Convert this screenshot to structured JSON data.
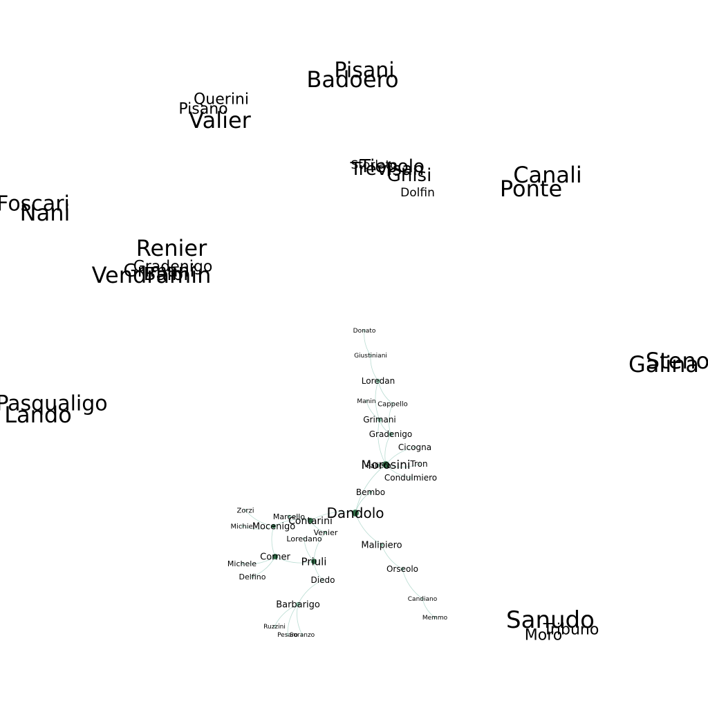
{
  "colors": {
    "background": "#ffffff",
    "label": "#000000",
    "edge": "#b9dcd2",
    "node_light": "#d9ece5",
    "node_mid": "#8fc4ab",
    "node_dark": "#2f6b45"
  },
  "nodes": [
    {
      "id": "pisani",
      "label": "Pisani"
    },
    {
      "id": "badoero",
      "label": "Badoero"
    },
    {
      "id": "querini",
      "label": "Querini"
    },
    {
      "id": "pisano",
      "label": "Pisano"
    },
    {
      "id": "valier",
      "label": "Valier"
    },
    {
      "id": "storlato",
      "label": "Storlato"
    },
    {
      "id": "tiepolo",
      "label": "Tiepolo"
    },
    {
      "id": "trevisan",
      "label": "Trevisan"
    },
    {
      "id": "ghisi",
      "label": "Ghisi"
    },
    {
      "id": "dolfin",
      "label": "Dolfin"
    },
    {
      "id": "canali",
      "label": "Canali"
    },
    {
      "id": "ponte",
      "label": "Ponte"
    },
    {
      "id": "foscari",
      "label": "Foscari"
    },
    {
      "id": "nani",
      "label": "Nani"
    },
    {
      "id": "renier",
      "label": "Renier"
    },
    {
      "id": "gradenigo-top",
      "label": "Gradenigo"
    },
    {
      "id": "grimani-top",
      "label": "Grimani"
    },
    {
      "id": "balbi",
      "label": "Balbi"
    },
    {
      "id": "vendramin",
      "label": "Vendramin"
    },
    {
      "id": "steno",
      "label": "Steno"
    },
    {
      "id": "galina",
      "label": "Galina"
    },
    {
      "id": "pasqualigo",
      "label": "Pasqualigo"
    },
    {
      "id": "lando",
      "label": "Lando"
    },
    {
      "id": "sanudo",
      "label": "Sanudo"
    },
    {
      "id": "tribuno",
      "label": "Tribuno"
    },
    {
      "id": "moro",
      "label": "Moro"
    },
    {
      "id": "donato",
      "label": "Donato"
    },
    {
      "id": "giustiniani",
      "label": "Giustiniani"
    },
    {
      "id": "loredan",
      "label": "Loredan"
    },
    {
      "id": "manin",
      "label": "Manin"
    },
    {
      "id": "cappello",
      "label": "Cappello"
    },
    {
      "id": "grimani",
      "label": "Grimani"
    },
    {
      "id": "gradenigo",
      "label": "Gradenigo"
    },
    {
      "id": "cicogna",
      "label": "Cicogna"
    },
    {
      "id": "morosini",
      "label": "Morosini"
    },
    {
      "id": "faliero",
      "label": "Faliero"
    },
    {
      "id": "tron",
      "label": "Tron"
    },
    {
      "id": "condulmiero",
      "label": "Condulmiero"
    },
    {
      "id": "bembo",
      "label": "Bembo"
    },
    {
      "id": "dandolo",
      "label": "Dandolo"
    },
    {
      "id": "contarini",
      "label": "Contarini"
    },
    {
      "id": "marcello",
      "label": "Marcello"
    },
    {
      "id": "zorzi",
      "label": "Zorzi"
    },
    {
      "id": "michiel",
      "label": "Michiel"
    },
    {
      "id": "mocenigo",
      "label": "Mocenigo"
    },
    {
      "id": "venier",
      "label": "Venier"
    },
    {
      "id": "loredano",
      "label": "Loredano"
    },
    {
      "id": "malipiero",
      "label": "Malipiero"
    },
    {
      "id": "corner",
      "label": "Corner"
    },
    {
      "id": "priuli",
      "label": "Priuli"
    },
    {
      "id": "michele",
      "label": "Michele"
    },
    {
      "id": "orseolo",
      "label": "Orseolo"
    },
    {
      "id": "delfino",
      "label": "Delfino"
    },
    {
      "id": "diedo",
      "label": "Diedo"
    },
    {
      "id": "candiano",
      "label": "Candiano"
    },
    {
      "id": "barbarigo",
      "label": "Barbarigo"
    },
    {
      "id": "memmo",
      "label": "Memmo"
    },
    {
      "id": "ruzzini",
      "label": "Ruzzini"
    },
    {
      "id": "pesaro",
      "label": "Pesaro"
    },
    {
      "id": "soranzo",
      "label": "Soranzo"
    }
  ],
  "edges": [
    [
      "donato",
      "giustiniani"
    ],
    [
      "giustiniani",
      "loredan"
    ],
    [
      "loredan",
      "cappello"
    ],
    [
      "loredan",
      "grimani"
    ],
    [
      "manin",
      "grimani"
    ],
    [
      "cappello",
      "gradenigo"
    ],
    [
      "grimani",
      "gradenigo"
    ],
    [
      "gradenigo",
      "morosini"
    ],
    [
      "grimani",
      "morosini"
    ],
    [
      "cicogna",
      "morosini"
    ],
    [
      "morosini",
      "tron"
    ],
    [
      "morosini",
      "condulmiero"
    ],
    [
      "morosini",
      "dandolo"
    ],
    [
      "bembo",
      "dandolo"
    ],
    [
      "dandolo",
      "contarini"
    ],
    [
      "dandolo",
      "malipiero"
    ],
    [
      "malipiero",
      "orseolo"
    ],
    [
      "orseolo",
      "candiano"
    ],
    [
      "candiano",
      "memmo"
    ],
    [
      "contarini",
      "marcello"
    ],
    [
      "contarini",
      "venier"
    ],
    [
      "contarini",
      "mocenigo"
    ],
    [
      "zorzi",
      "mocenigo"
    ],
    [
      "michiel",
      "mocenigo"
    ],
    [
      "mocenigo",
      "corner"
    ],
    [
      "loredano",
      "priuli"
    ],
    [
      "corner",
      "priuli"
    ],
    [
      "michele",
      "corner"
    ],
    [
      "delfino",
      "corner"
    ],
    [
      "venier",
      "priuli"
    ],
    [
      "priuli",
      "diedo"
    ],
    [
      "diedo",
      "barbarigo"
    ],
    [
      "barbarigo",
      "ruzzini"
    ],
    [
      "barbarigo",
      "pesaro"
    ],
    [
      "barbarigo",
      "soranzo"
    ]
  ]
}
